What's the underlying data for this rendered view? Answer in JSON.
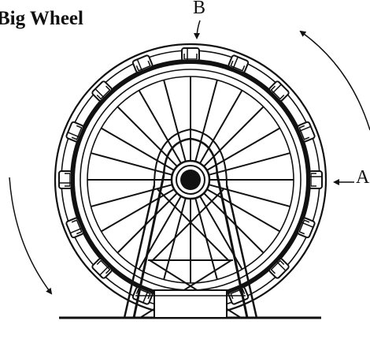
{
  "diagram": {
    "title": "Big Wheel",
    "label_b": "B",
    "label_a": "A",
    "gondola_count": 16,
    "spoke_count": 24,
    "colors": {
      "ink": "#111111",
      "paper": "#ffffff"
    }
  }
}
